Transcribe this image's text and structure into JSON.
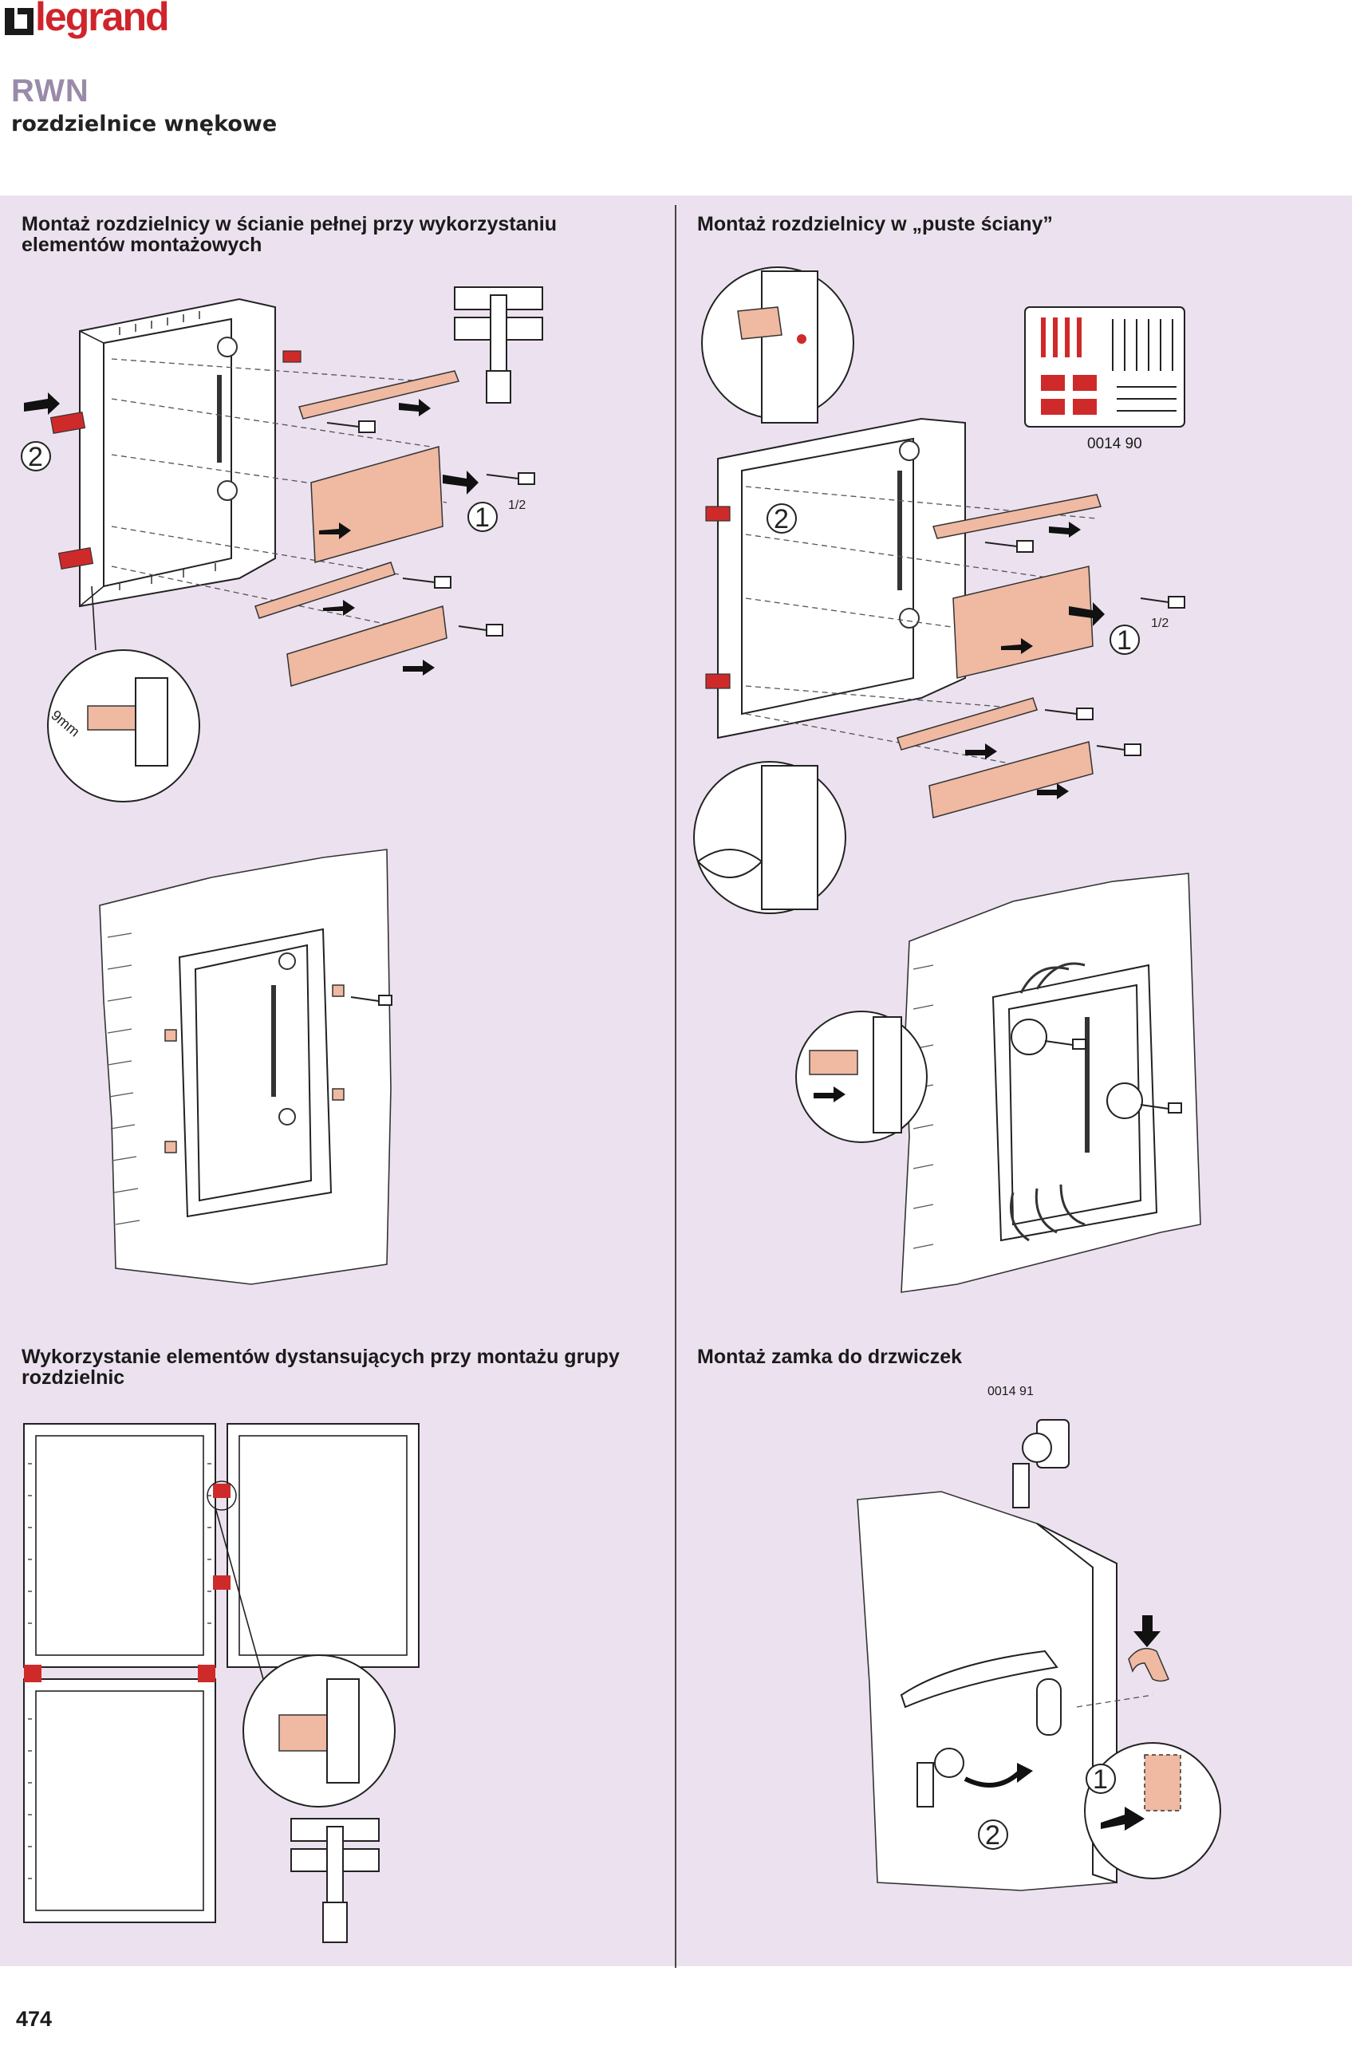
{
  "brand": {
    "logo_text": "legrand",
    "logo_color": "#d0242b"
  },
  "header": {
    "series": "RWN",
    "subtitle": "rozdzielnice wnękowe"
  },
  "sections": [
    {
      "heading": "Montaż rozdzielnicy w ścianie pełnej przy wykorzystaniu elementów montażowych"
    },
    {
      "heading": "Montaż rozdzielnicy w „puste ściany”",
      "catalog_ref": "0014 90"
    },
    {
      "heading": "Wykorzystanie elementów dystansujących przy montażu grupy rozdzielnic"
    },
    {
      "heading": "Montaż zamka do drzwiczek",
      "catalog_ref": "0014 91"
    }
  ],
  "callouts": {
    "step1": "1",
    "step2": "2",
    "half": "1/2",
    "gap": "9mm"
  },
  "footer": {
    "page_number": "474"
  },
  "colors": {
    "panel": "#ece2ef",
    "accent_part": "#efb9a2",
    "accent_red": "#cf2a2a"
  }
}
